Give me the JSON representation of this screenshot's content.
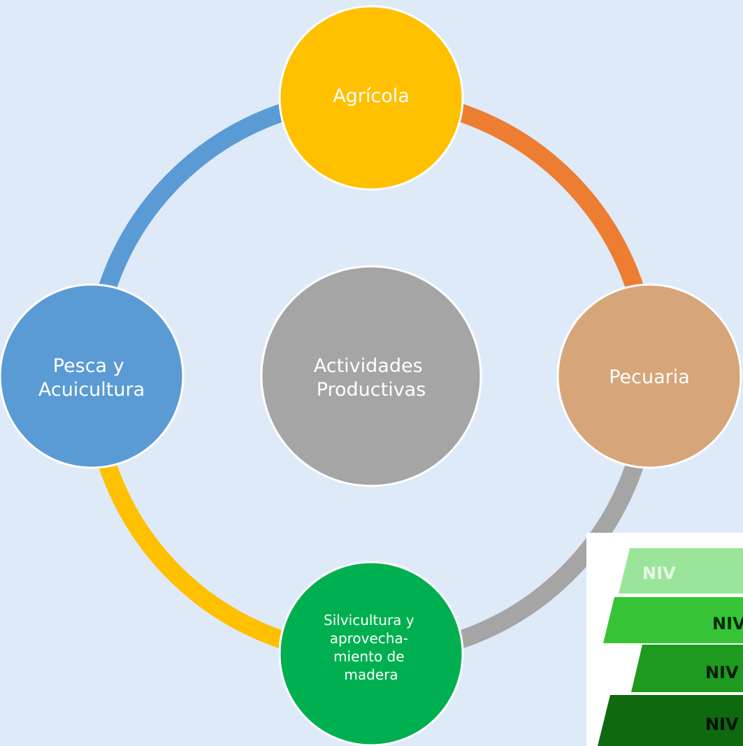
{
  "center": {
    "lines": [
      "Actividades",
      "Productivas"
    ],
    "color": "#a5a5a5"
  },
  "nodes": [
    {
      "id": "agricola",
      "lines": [
        "Agrícola"
      ],
      "color": "#ffc000"
    },
    {
      "id": "pecuaria",
      "lines": [
        "Pecuaria"
      ],
      "color": "#d6a579"
    },
    {
      "id": "silvicultura",
      "lines": [
        "Silvicultura y",
        "aprovecha-",
        "miento de",
        "madera"
      ],
      "color": "#00b050"
    },
    {
      "id": "pesca",
      "lines": [
        "Pesca y",
        "Acuicultura"
      ],
      "color": "#5b9bd5"
    }
  ],
  "arcs": [
    {
      "from": "agricola",
      "to": "pecuaria",
      "color": "#ed7d31"
    },
    {
      "from": "pecuaria",
      "to": "silvicultura",
      "color": "#a5a5a5"
    },
    {
      "from": "silvicultura",
      "to": "pesca",
      "color": "#ffc000"
    },
    {
      "from": "pesca",
      "to": "agricola",
      "color": "#5b9bd5"
    }
  ],
  "pyramid": {
    "levels": [
      {
        "label": "NIV",
        "color": "#9be59b",
        "text_color": "#e9f9e9"
      },
      {
        "label": "NIV",
        "color": "#36c436",
        "text_color": "#0b2a0b"
      },
      {
        "label": "NIV",
        "color": "#1e9b1e",
        "text_color": "#061c06"
      },
      {
        "label": "NIV",
        "color": "#0f6a0f",
        "text_color": "#031003"
      }
    ]
  }
}
